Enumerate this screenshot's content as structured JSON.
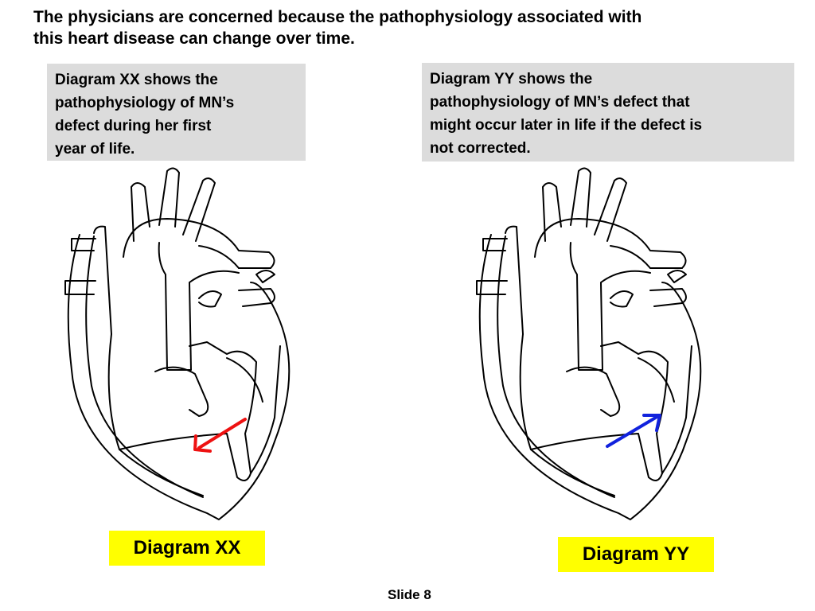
{
  "slide": {
    "title_lines": [
      "The physicians are concerned because the pathophysiology associated with",
      "this heart disease can change over time."
    ],
    "footer": "Slide 8"
  },
  "diagram_xx": {
    "description_lines": [
      "Diagram XX shows the",
      "pathophysiology of MN’s",
      "defect during her first",
      "year of life."
    ],
    "label": "Diagram XX",
    "arrow_color": "#ee1111",
    "arrow_direction": "right-to-left"
  },
  "diagram_yy": {
    "description_lines": [
      "Diagram YY shows the",
      "pathophysiology of MN’s defect that",
      "might occur later in life if the defect is",
      "not corrected."
    ],
    "label": "Diagram YY",
    "arrow_color": "#1122dd",
    "arrow_direction": "left-to-right"
  },
  "colors": {
    "info_box_bg": "#dcdcdc",
    "label_bg": "#ffff00"
  }
}
